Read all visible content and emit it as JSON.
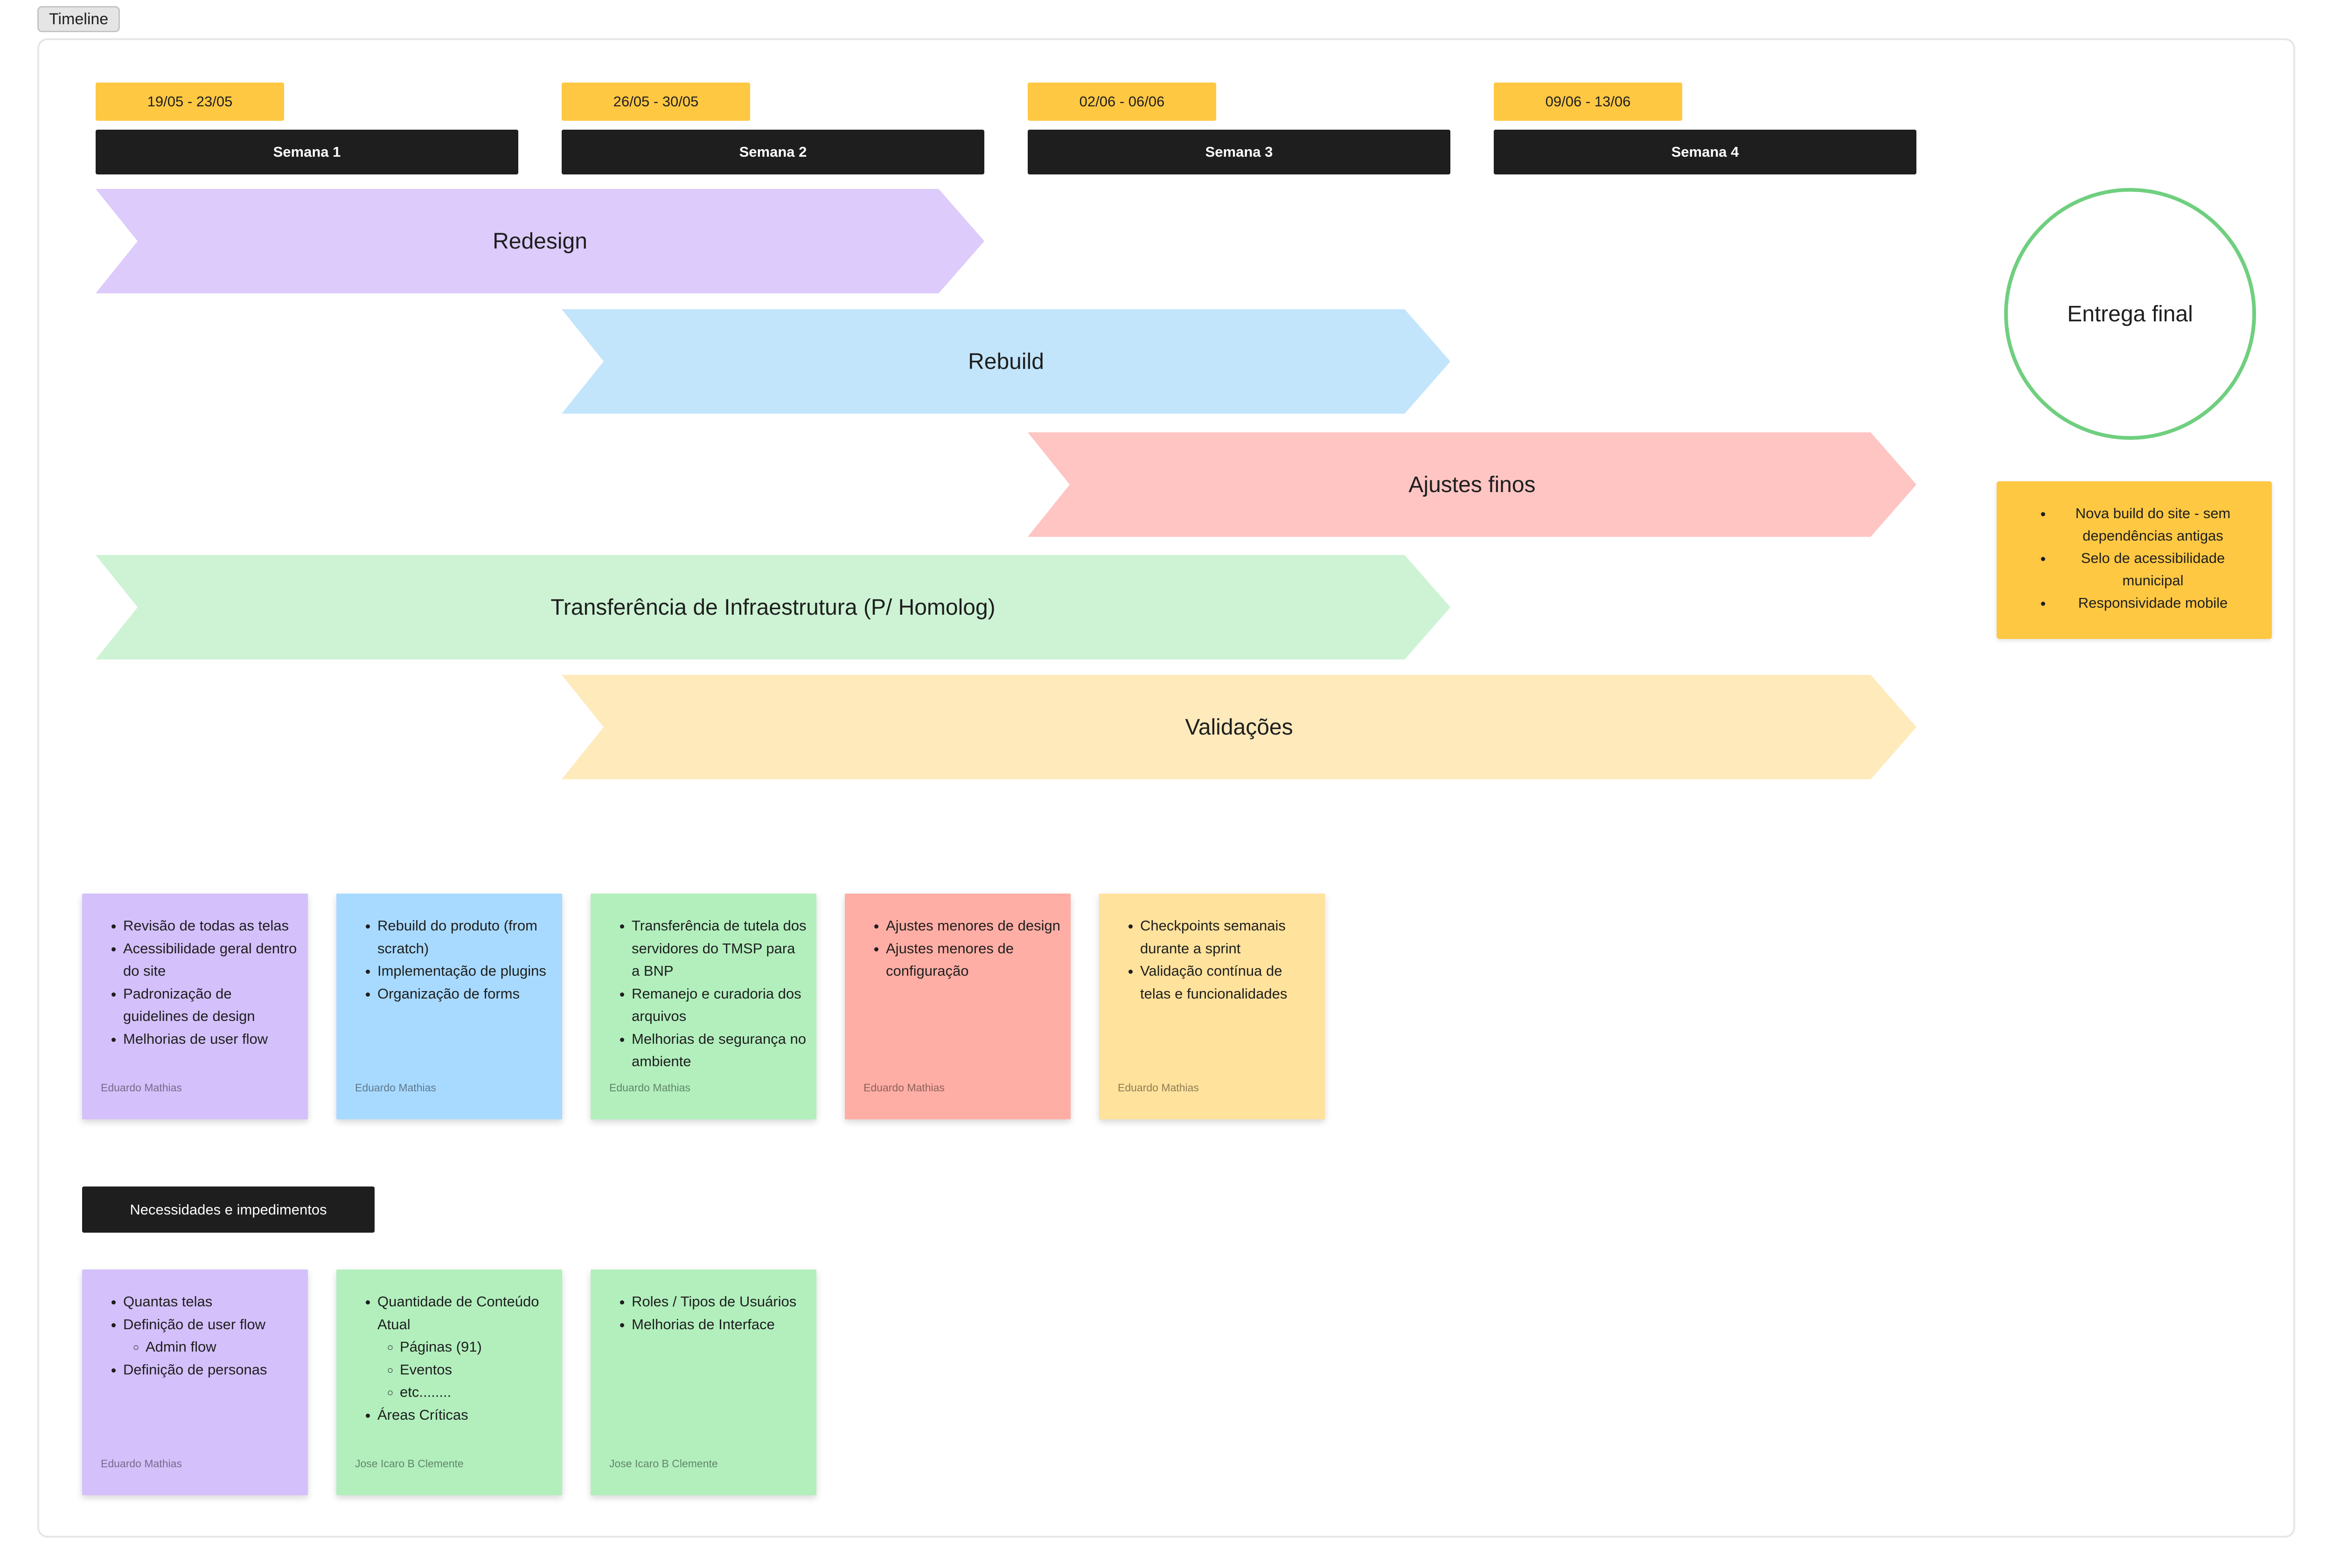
{
  "frame": {
    "label": "Timeline"
  },
  "weeks": [
    {
      "date": "19/05 - 23/05",
      "label": "Semana 1"
    },
    {
      "date": "26/05 - 30/05",
      "label": "Semana 2"
    },
    {
      "date": "02/06 - 06/06",
      "label": "Semana 3"
    },
    {
      "date": "09/06 - 13/06",
      "label": "Semana 4"
    }
  ],
  "phases": [
    {
      "label": "Redesign",
      "color": "#dccbfb"
    },
    {
      "label": "Rebuild",
      "color": "#c2e5fc"
    },
    {
      "label": "Ajustes finos",
      "color": "#fec5c3"
    },
    {
      "label": "Transferência de Infraestrutura (P/ Homolog)",
      "color": "#cdf3d4"
    },
    {
      "label": "Validações",
      "color": "#feeabb"
    }
  ],
  "milestone": {
    "label": "Entrega final",
    "border_color": "#6fcf7f",
    "note_color": "#ffc843",
    "items": [
      "Nova build do site - sem dependências antigas",
      "Selo de acessibilidade municipal",
      "Responsividade mobile"
    ]
  },
  "sprint_notes": [
    {
      "color": "#d4c0fb",
      "items": [
        "Revisão de todas as telas",
        "Acessibilidade geral dentro do site",
        "Padronização de guidelines de design",
        "Melhorias de user flow"
      ],
      "author": "Eduardo Mathias"
    },
    {
      "color": "#a8daff",
      "items": [
        "Rebuild do produto (from scratch)",
        "Implementação de plugins",
        "Organização de forms"
      ],
      "author": "Eduardo Mathias"
    },
    {
      "color": "#b2efbd",
      "items": [
        "Transferência de tutela dos servidores do TMSP para a BNP",
        "Remanejo e curadoria dos arquivos",
        "Melhorias de segurança no ambiente"
      ],
      "author": "Eduardo Mathias"
    },
    {
      "color": "#ffaea5",
      "items": [
        "Ajustes menores de design",
        "Ajustes menores de configuração"
      ],
      "author": "Eduardo Mathias"
    },
    {
      "color": "#ffe29c",
      "items": [
        "Checkpoints semanais durante a sprint",
        "Validação contínua de telas e funcionalidades"
      ],
      "author": "Eduardo Mathias"
    }
  ],
  "impediments": {
    "label": "Necessidades e impedimentos",
    "notes": [
      {
        "color": "#d4c0fb",
        "items": [
          "Quantas telas",
          "Definição de user flow",
          "Definição de personas"
        ],
        "sub_items": [
          "Admin flow"
        ],
        "author": "Eduardo Mathias"
      },
      {
        "color": "#b2efbd",
        "items": [
          "Quantidade de Conteúdo Atual",
          "Áreas Críticas"
        ],
        "sub_items": [
          "Páginas (91)",
          "Eventos",
          "etc........"
        ],
        "author": "Jose Icaro B Clemente"
      },
      {
        "color": "#b2efbd",
        "items": [
          "Roles / Tipos de Usuários",
          "Melhorias de Interface"
        ],
        "author": "Jose Icaro B Clemente"
      }
    ]
  }
}
